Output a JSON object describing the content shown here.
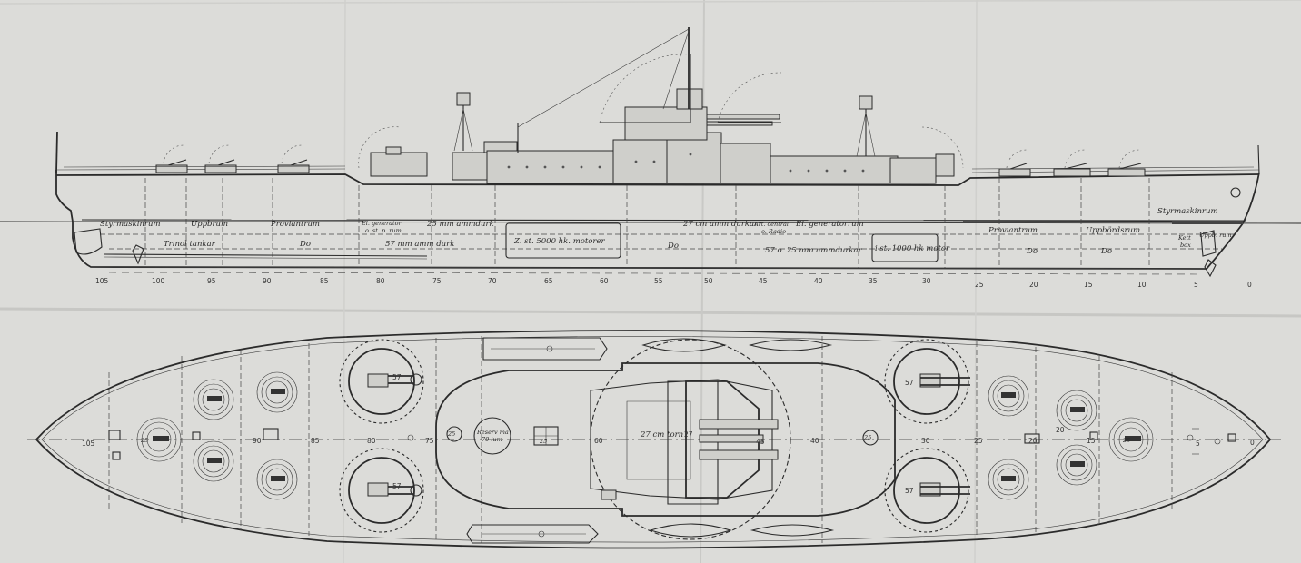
{
  "profile_labels": {
    "styrmaskinrum_aft": "Styrmaskinrum",
    "uppbrum_aft": "Uppbrum",
    "proviantrum_aft": "Proviantrum",
    "el_generator_line1": "El. generator",
    "el_generator_line2": "o. st. p. rum",
    "ammdurk_25": "25 mm ammdurk",
    "ammdurk_27": "27 cm amm durkar",
    "art_central_line1": "Art. central",
    "art_central_line2": "o. Radio",
    "el_generatorrum": "El. generatorrum",
    "proviantrum_fwd": "Proviantrum",
    "uppbordsrum": "Uppbördsrum",
    "styrmaskinrum_fwd": "Styrmaskinrum",
    "trinol_tankar": "Trinol tankar",
    "do_1": "Do",
    "ammdurk_57": "57 mm amm durk",
    "motor_5000": "Z. st. 5000 hk. motorer",
    "do_2": "Do",
    "ammdurkar_57_25": "57 o. 25 mm ammdurkar",
    "motor_1000": "i st. 1000 hk motor",
    "do_3": "Do",
    "do_4": "Do",
    "kett_line1": "Kett",
    "kett_line2": "box",
    "uppbrum_fwd": "Uppb. rum"
  },
  "frame_numbers": [
    "105",
    "100",
    "95",
    "90",
    "85",
    "80",
    "75",
    "70",
    "65",
    "60",
    "55",
    "50",
    "45",
    "40",
    "35",
    "30",
    "25",
    "20",
    "15",
    "10",
    "5",
    "0"
  ],
  "plan_labels": {
    "frame_105": "105",
    "frame_90": "90",
    "frame_85": "85",
    "frame_80": "80",
    "frame_75": "75",
    "frame_60": "60",
    "frame_45": "45",
    "frame_40": "40",
    "frame_30": "30",
    "frame_25": "25",
    "frame_20": "20",
    "frame_15": "15",
    "frame_5": "5",
    "frame_0": "0",
    "gun_57_fwd_port": "57",
    "gun_57_fwd_stbd": "57",
    "gun_57_aft_port": "57",
    "gun_57_aft_stbd": "57",
    "ref_25_a": "25",
    "ref_25_b": "25",
    "ref_25_c": "25",
    "ref_25_d": "25",
    "ref_25_e": "25",
    "reservrum_line1": "Reserv ma",
    "reservrum_line2": "70 lum",
    "turret_label": "27 cm torn",
    "turret_num": "27",
    "ref_45": "45",
    "ref_20": "20"
  }
}
